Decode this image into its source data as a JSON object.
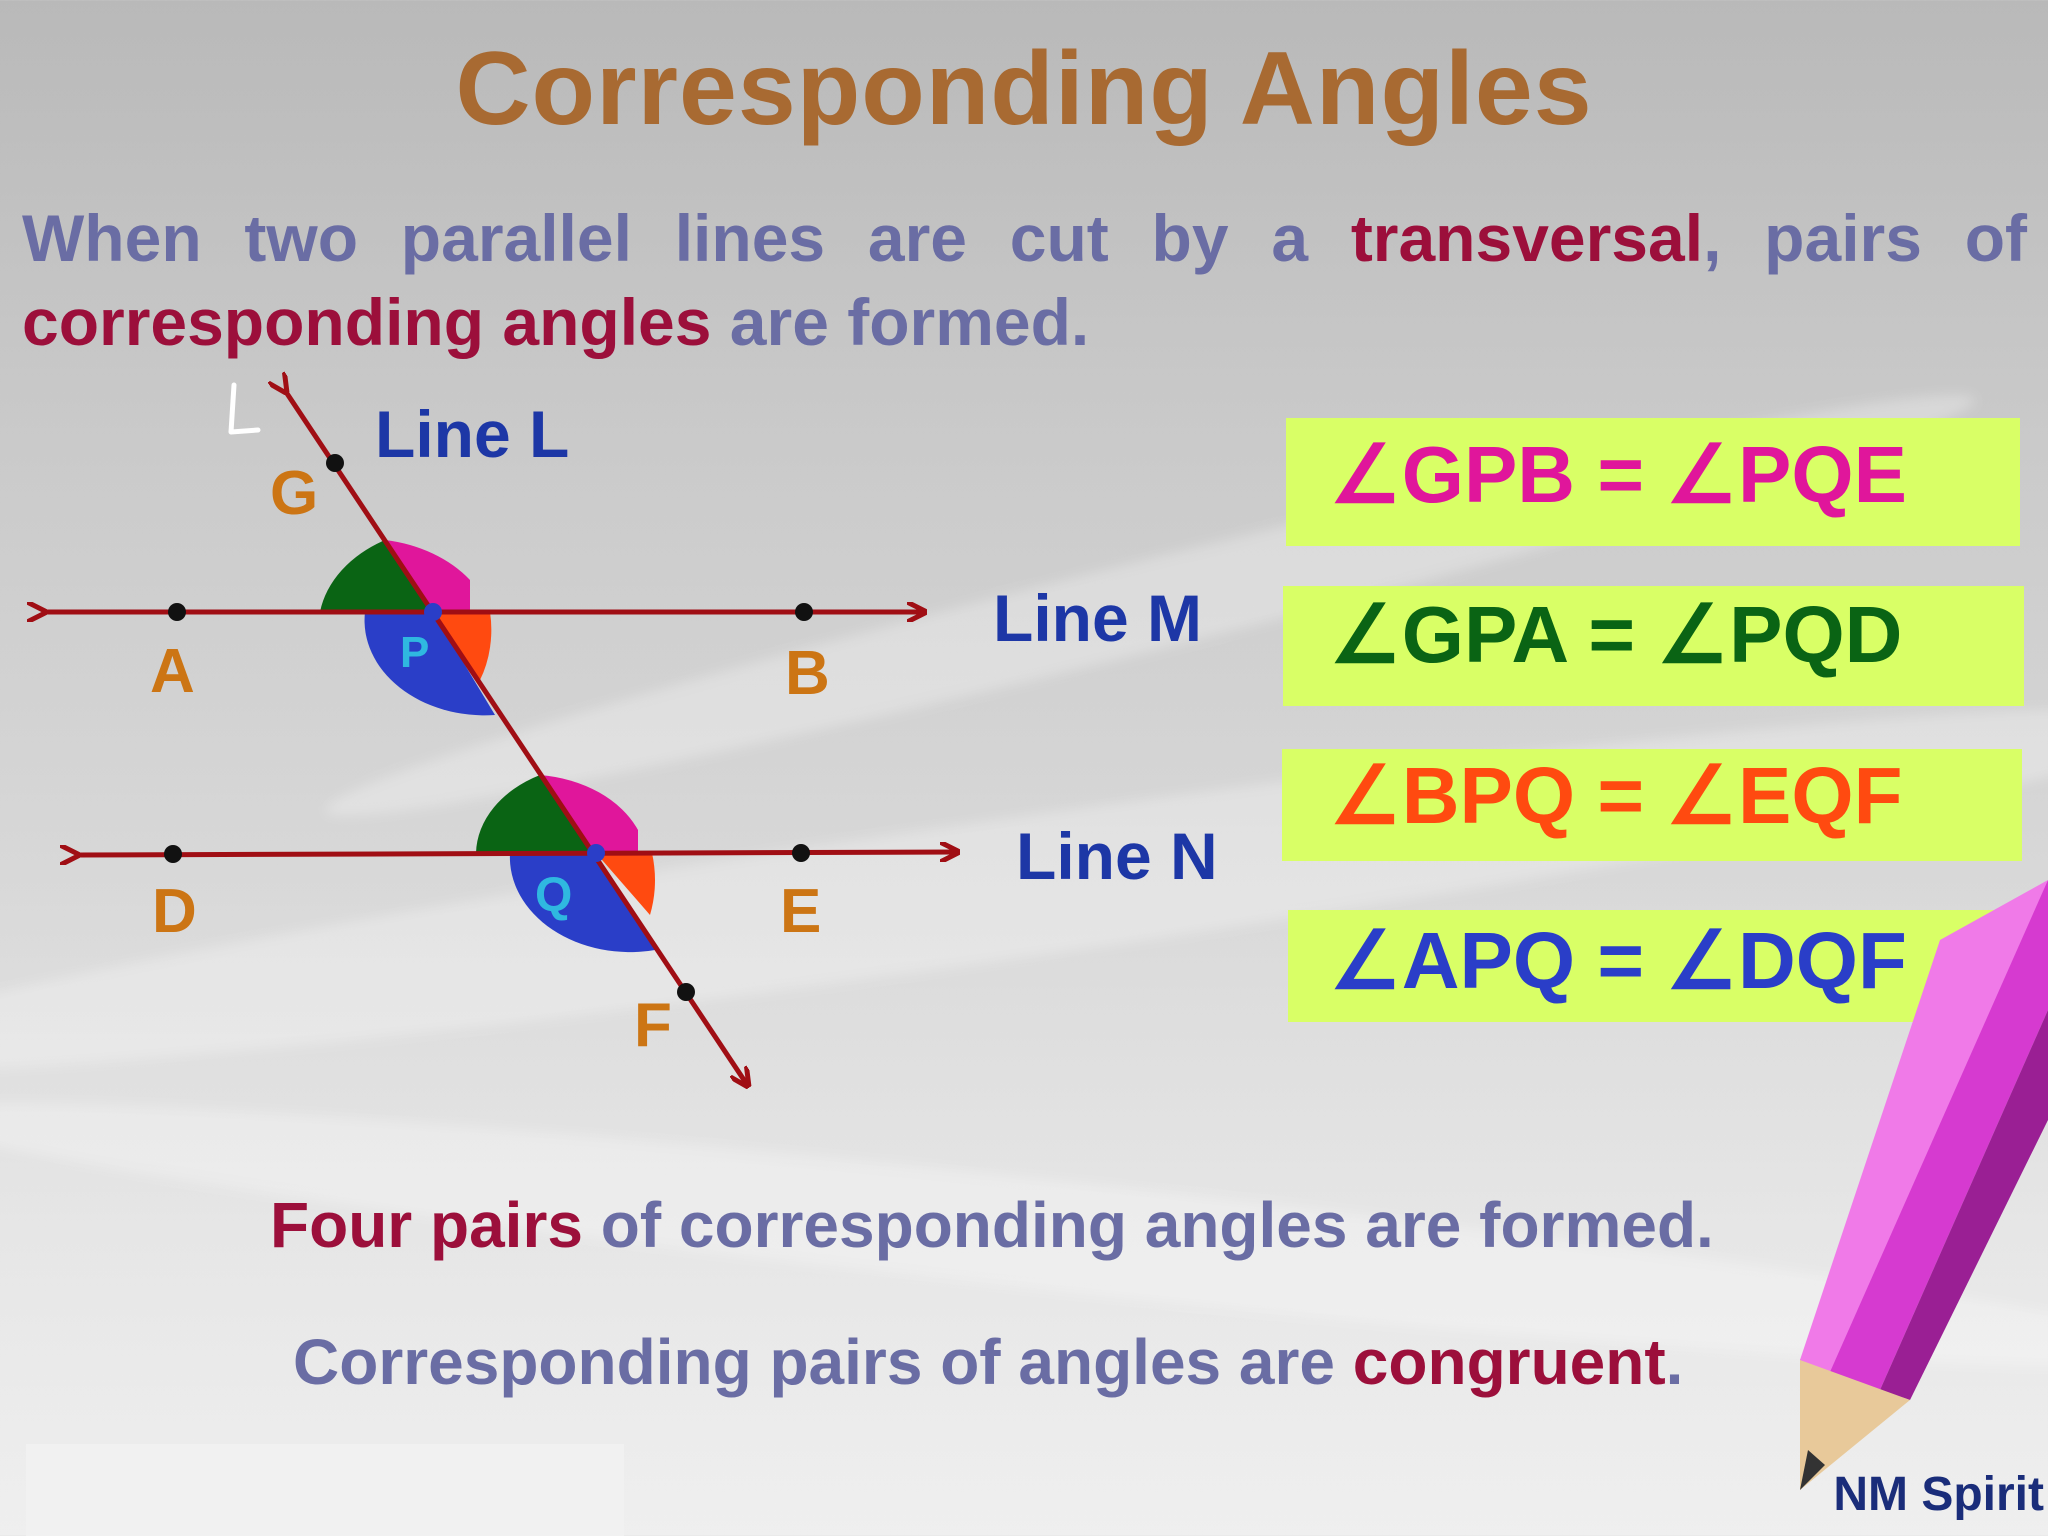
{
  "title": "Corresponding Angles",
  "intro": {
    "part1": "When two parallel lines are cut by a ",
    "transversal": "transversal",
    "part2": ", pairs of ",
    "corresponding_angles": "corresponding angles",
    "part3": " are formed."
  },
  "diagram": {
    "handwritten_mark": "L",
    "lines": {
      "l": "Line L",
      "m": "Line M",
      "n": "Line N"
    },
    "points": {
      "g": "G",
      "a": "A",
      "p": "P",
      "b": "B",
      "d": "D",
      "q": "Q",
      "e": "E",
      "f": "F"
    }
  },
  "equalities": [
    {
      "left": "∠GPB",
      "eq": "=",
      "right": "∠PQE",
      "color": "#e0169b"
    },
    {
      "left": "∠GPA",
      "eq": "=",
      "right": "∠PQD",
      "color": "#0a6414"
    },
    {
      "left": "∠BPQ",
      "eq": "=",
      "right": "∠EQF",
      "color": "#ff4a10"
    },
    {
      "left": "∠APQ",
      "eq": "=",
      "right": "∠DQF",
      "color": "#2a3ec8"
    }
  ],
  "colors": {
    "title": "#a86a32",
    "body_text": "#6a6da4",
    "highlight": "#9c0f3b",
    "line": "#a00e14",
    "point_labels": "#cc7514",
    "line_labels": "#1d37a6",
    "box_fill": "#d9ff66",
    "angle_green": "#0a6414",
    "angle_magenta": "#e0169b",
    "angle_orange": "#ff4a10",
    "angle_blue": "#2a3ec8"
  },
  "bottom": {
    "line1_hl": "Four pairs",
    "line1_rest": " of corresponding angles are formed.",
    "line2_a": "Corresponding pairs of angles are ",
    "line2_hl": "congruent",
    "line2_b": "."
  },
  "footer": "NM Spirit"
}
